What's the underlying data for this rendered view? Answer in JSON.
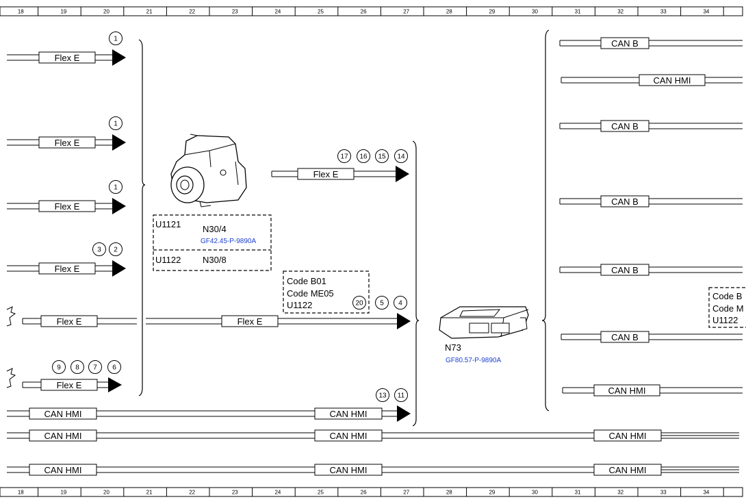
{
  "ruler": [
    "18",
    "19",
    "20",
    "21",
    "22",
    "23",
    "24",
    "25",
    "26",
    "27",
    "28",
    "29",
    "30",
    "31",
    "32",
    "33",
    "34"
  ],
  "left_buses": [
    {
      "label": "Flex E",
      "markers": [
        "1"
      ]
    },
    {
      "label": "Flex E",
      "markers": [
        "1"
      ]
    },
    {
      "label": "Flex E",
      "markers": [
        "1"
      ]
    },
    {
      "label": "Flex E",
      "markers": [
        "3",
        "2"
      ]
    },
    {
      "label": "Flex E",
      "markers": []
    },
    {
      "label": "Flex E",
      "markers": [
        "9",
        "8",
        "7",
        "6"
      ]
    }
  ],
  "abs_unit": {
    "code_box": {
      "u1": "U1121",
      "n1": "N30/4",
      "ref": "GF42.45-P-9890A",
      "u2": "U1122",
      "n2": "N30/8"
    }
  },
  "middle_bus_top": {
    "label": "Flex E",
    "markers": [
      "17",
      "16",
      "15",
      "14"
    ]
  },
  "middle_bus_main": {
    "label": "Flex E",
    "markers": [
      "20",
      "5",
      "4"
    ]
  },
  "code_box_mid": [
    "Code B01",
    "Code ME05",
    "U1122"
  ],
  "ecu": {
    "name": "N73",
    "ref": "GF80.57-P-9890A"
  },
  "bottom_buses": [
    {
      "labels": [
        "CAN HMI",
        "CAN HMI"
      ],
      "markers": [
        "13",
        "11"
      ]
    },
    {
      "labels": [
        "CAN HMI",
        "CAN HMI",
        "CAN HMI"
      ]
    },
    {
      "labels": [
        "CAN HMI",
        "CAN HMI",
        "CAN HMI"
      ]
    }
  ],
  "right_buses": [
    "CAN B",
    "CAN HMI",
    "CAN B",
    "CAN B",
    "CAN B",
    "CAN B",
    "CAN HMI"
  ],
  "code_box_right": [
    "Code B",
    "Code M",
    "U1122"
  ]
}
